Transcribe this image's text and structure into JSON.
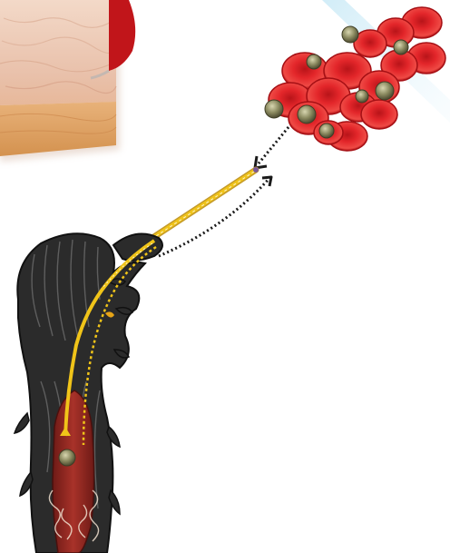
{
  "colors": {
    "background": "#ffffff",
    "skin_surface": "#ecc9b5",
    "skin_lower": "#d99d60",
    "blood_cell": "#e3262a",
    "blood_cell_dark": "#a50f14",
    "parasite": "#7b7a52",
    "proboscis": "#f0c419",
    "mosquito_body": "#2b2b2b",
    "midgut": "#9c2a24",
    "arrow": "#1a1a1a",
    "light_beam": "#9fd3ea"
  },
  "elements": {
    "skin": "skin-tissue-block",
    "blood": "red-blood-cell-cluster",
    "infected_cells": "parasite-infected-cells",
    "arrow": "bidirectional-dotted-arrow",
    "mouthparts": "mosquito-proboscis",
    "body": "mosquito-head-thorax",
    "midgut": "mosquito-midgut"
  }
}
